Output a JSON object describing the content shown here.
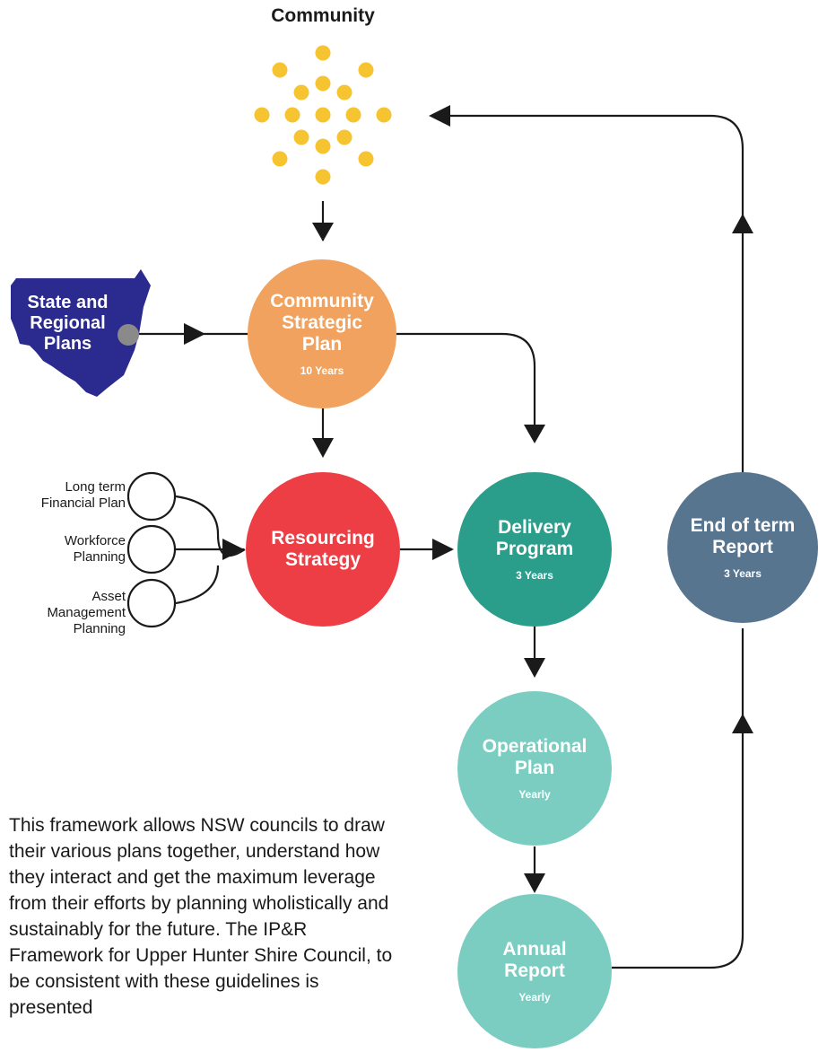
{
  "title": "Community",
  "state_plans": {
    "label": "State and\nRegional\nPlans",
    "color": "#2b2a8e"
  },
  "nodes": {
    "csp": {
      "label": "Community\nStrategic\nPlan",
      "sub": "10 Years",
      "color": "#f2a25f"
    },
    "resourcing": {
      "label": "Resourcing\nStrategy",
      "sub": "",
      "color": "#ee3e45"
    },
    "delivery": {
      "label": "Delivery\nProgram",
      "sub": "3 Years",
      "color": "#2a9d8b"
    },
    "operational": {
      "label": "Operational\nPlan",
      "sub": "Yearly",
      "color": "#7bcdc2"
    },
    "annual": {
      "label": "Annual\nReport",
      "sub": "Yearly",
      "color": "#7bcdc2"
    },
    "endterm": {
      "label": "End of term\nReport",
      "sub": "3 Years",
      "color": "#587590"
    }
  },
  "inputs": [
    {
      "label": "Long term\nFinancial Plan"
    },
    {
      "label": "Workforce\nPlanning"
    },
    {
      "label": "Asset\nManagement\nPlanning"
    }
  ],
  "description": "This framework allows NSW councils to draw their various plans together, understand how they interact and get the maximum leverage from their efforts by planning wholistically and sustainably for the future. The IP&R Framework for Upper Hunter Shire Council, to be consistent with these guidelines is presented",
  "colors": {
    "dots": "#f6c431",
    "lines": "#1a1a1a",
    "connector_dot": "#8a8a8a"
  }
}
